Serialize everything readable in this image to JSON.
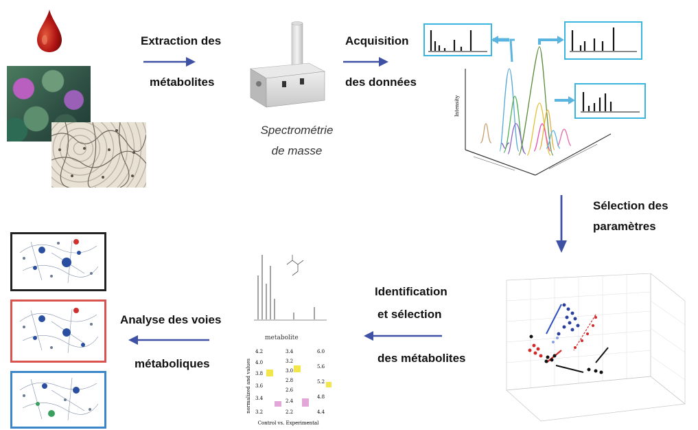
{
  "steps": {
    "extraction_line1": "Extraction des",
    "extraction_line2": "métabolites",
    "ms_line1": "Spectrométrie",
    "ms_line2": "de masse",
    "acquisition_line1": "Acquisition",
    "acquisition_line2": "des données",
    "selection_params_line1": "Sélection des",
    "selection_params_line2": "paramètres",
    "identification_line1": "Identification",
    "identification_line2": "et sélection",
    "identification_line3": "des métabolites",
    "pathway_line1": "Analyse des voies",
    "pathway_line2": "métaboliques"
  },
  "figure_texts": {
    "spectrum_y_label": "Intensity",
    "box_label": "metabolite",
    "box_y_label": "normalized and values",
    "box_x_label": "Control vs. Experimental",
    "box_ticks_left": [
      "4.2",
      "4.0",
      "3.8",
      "3.6",
      "3.4",
      "3.2"
    ],
    "box_ticks_mid": [
      "3.4",
      "3.2",
      "3.0",
      "2.8",
      "2.6",
      "2.4",
      "2.2"
    ],
    "box_ticks_right": [
      "6.0",
      "5.6",
      "5.2",
      "4.8",
      "4.4"
    ]
  },
  "colors": {
    "arrow": "#3f51a5",
    "blood": "#b01313",
    "box_border_cyan": "#3ab5e0",
    "pathway_border_black": "#222222",
    "pathway_border_red": "#d9534f",
    "pathway_border_blue": "#3a86c8"
  }
}
